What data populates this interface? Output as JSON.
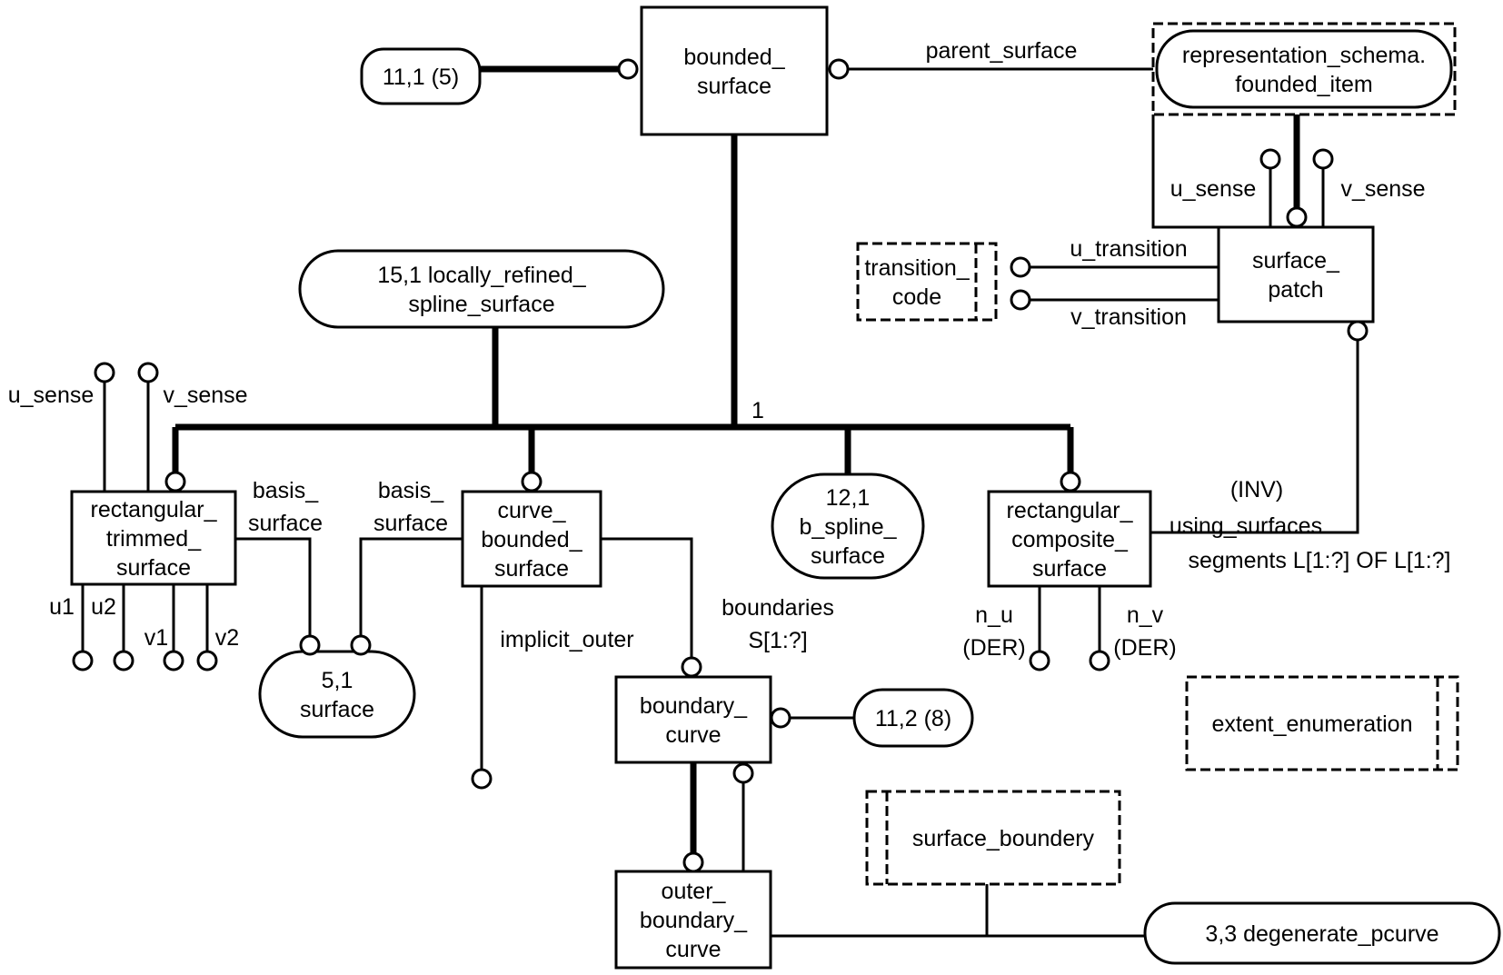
{
  "diagram": {
    "type": "EXPRESS-G schema diagram",
    "colors": {
      "stroke": "#000000",
      "background": "#ffffff"
    },
    "entities": {
      "bounded_surface": [
        "bounded_",
        "surface"
      ],
      "surface_patch": [
        "surface_",
        "patch"
      ],
      "rectangular_trimmed_surface": [
        "rectangular_",
        "trimmed_",
        "surface"
      ],
      "curve_bounded_surface": [
        "curve_",
        "bounded_",
        "surface"
      ],
      "rectangular_composite_surface": [
        "rectangular_",
        "composite_",
        "surface"
      ],
      "boundary_curve": [
        "boundary_",
        "curve"
      ],
      "outer_boundary_curve": [
        "outer_",
        "boundary_",
        "curve"
      ]
    },
    "page_references": {
      "ref_11_1_5": [
        "11,1 (5)"
      ],
      "ref_15_1": [
        "15,1 locally_refined_",
        "spline_surface"
      ],
      "ref_12_1": [
        "12,1",
        "b_spline_",
        "surface"
      ],
      "ref_5_1": [
        "5,1",
        "surface"
      ],
      "ref_11_2_8": [
        "11,2 (8)"
      ],
      "ref_3_3": [
        "3,3 degenerate_pcurve"
      ]
    },
    "schema_reference": {
      "founded_item": [
        "representation_schema.",
        "founded_item"
      ]
    },
    "types": {
      "transition_code": [
        "transition_",
        "code"
      ],
      "extent_enumeration": [
        "extent_enumeration"
      ],
      "surface_boundery": [
        "surface_boundery"
      ]
    },
    "attribute_labels": {
      "parent_surface": "parent_surface",
      "sp_u_sense": "u_sense",
      "sp_v_sense": "v_sense",
      "u_transition": "u_transition",
      "v_transition": "v_transition",
      "rts_u_sense": "u_sense",
      "rts_v_sense": "v_sense",
      "one_of_marker": "1",
      "basis_surface_1": [
        "basis_",
        "surface"
      ],
      "basis_surface_2": [
        "basis_",
        "surface"
      ],
      "u1": "u1",
      "u2": "u2",
      "v1": "v1",
      "v2": "v2",
      "implicit_outer": "implicit_outer",
      "boundaries": [
        "boundaries",
        "S[1:?]"
      ],
      "inv": "(INV)",
      "using_surfaces": "using_surfaces",
      "segments": "segments L[1:?] OF L[1:?]",
      "n_u": [
        "n_u",
        "(DER)"
      ],
      "n_v": [
        "n_v",
        "(DER)"
      ]
    }
  }
}
